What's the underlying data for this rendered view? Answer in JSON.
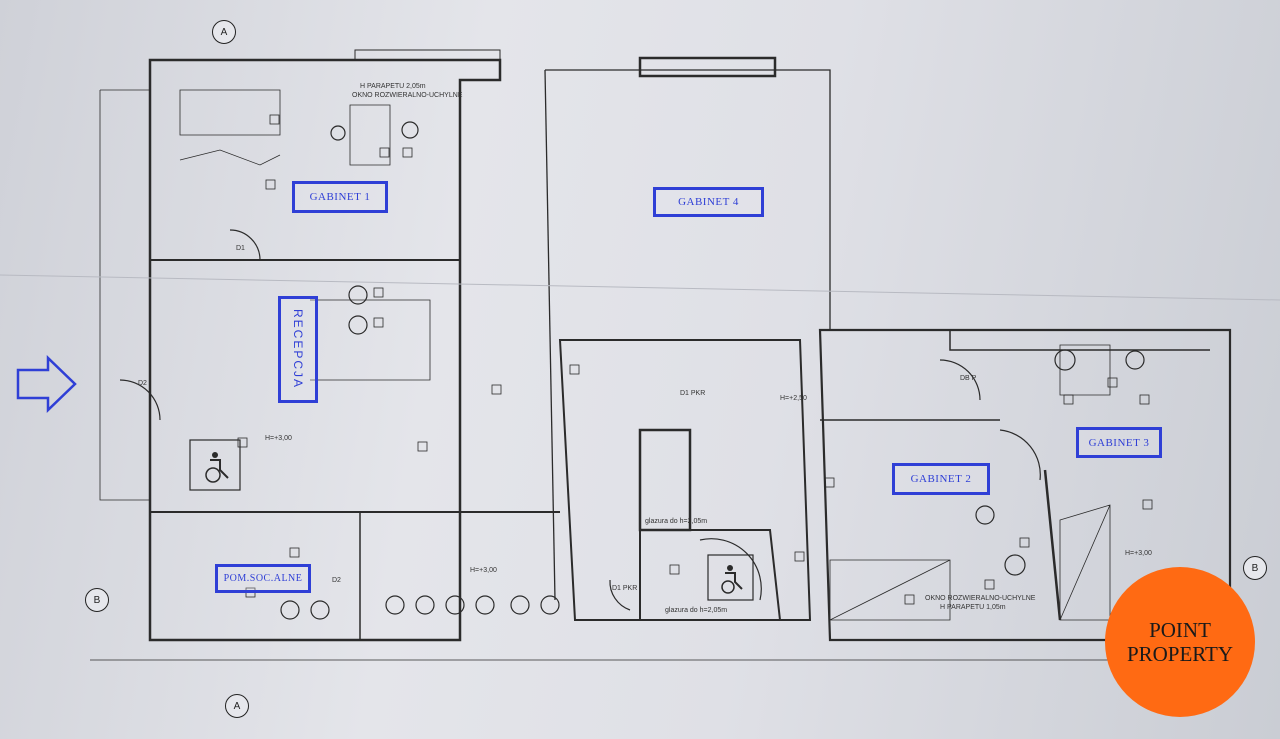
{
  "rooms": {
    "gabinet_1": "GABINET 1",
    "gabinet_2": "GABINET 2",
    "gabinet_3": "GABINET 3",
    "gabinet_4": "GABINET 4",
    "recepcja": "RECEPCJA",
    "pom_soc": "POM.SOC.ALNE"
  },
  "notes": {
    "window_1": "H PARAPETU 2,05m",
    "window_2": "OKNO ROZWIERALNO-UCHYLNE",
    "window_3": "OKNO ROZWIERALNO-UCHYLNE",
    "window_4": "H PARAPETU 1,05m",
    "glazura_1": "glazura do h=2,05m",
    "glazura_2": "glazura do h=2,05m",
    "height_1": "H=+3,00",
    "height_2": "H=+2,50",
    "height_3": "H=+3,00",
    "height_4": "H=+3,00"
  },
  "door_codes": [
    "D1",
    "D2",
    "D1 PKR",
    "DB P",
    "D1 PKR",
    "D2"
  ],
  "axes": {
    "a_top": "A",
    "a_bottom": "A",
    "b_left": "B",
    "b_right": "B"
  },
  "logo": {
    "line1": "POINT",
    "line2": "PROPERTY",
    "color": "#ff6a13"
  },
  "colors": {
    "label_blue": "#2f3fd6",
    "arrow_blue": "#2f3fd6"
  }
}
